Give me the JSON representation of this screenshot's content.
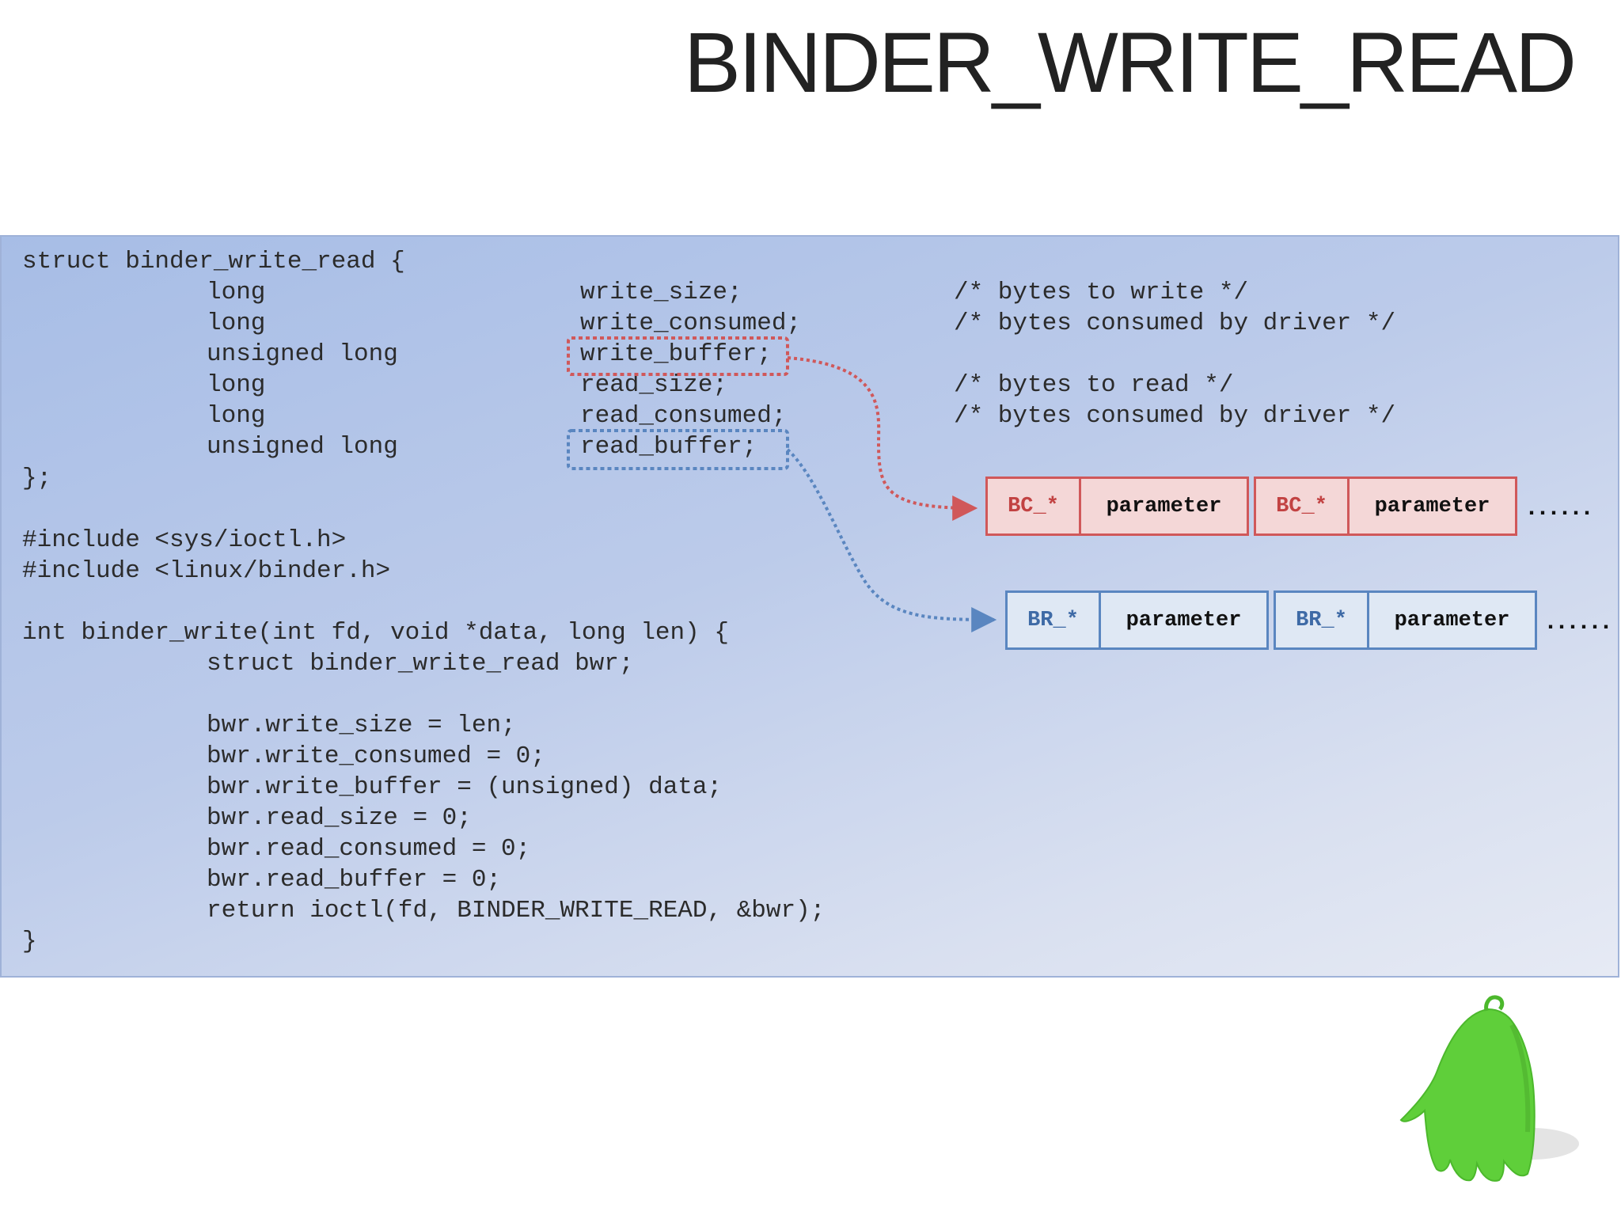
{
  "slide": {
    "title": "BINDER_WRITE_READ"
  },
  "code": {
    "struct_open": "struct binder_write_read {",
    "fields": [
      {
        "type": "long",
        "name": "write_size;",
        "comment": "/* bytes to write */"
      },
      {
        "type": "long",
        "name": "write_consumed;",
        "comment": "/* bytes consumed by driver */"
      },
      {
        "type": "unsigned long",
        "name": "write_buffer;",
        "comment": ""
      },
      {
        "type": "long",
        "name": "read_size;",
        "comment": "/* bytes to read */"
      },
      {
        "type": "long",
        "name": "read_consumed;",
        "comment": "/* bytes consumed by driver */"
      },
      {
        "type": "unsigned long",
        "name": "read_buffer;",
        "comment": ""
      }
    ],
    "struct_close": "};",
    "includes": [
      "#include <sys/ioctl.h>",
      "#include <linux/binder.h>"
    ],
    "func_signature": "int binder_write(int fd, void *data, long len) {",
    "func_body": [
      "struct binder_write_read bwr;",
      "",
      "bwr.write_size = len;",
      "bwr.write_consumed = 0;",
      "bwr.write_buffer = (unsigned) data;",
      "bwr.read_size = 0;",
      "bwr.read_consumed = 0;",
      "bwr.read_buffer = 0;",
      "return ioctl(fd, BINDER_WRITE_READ, &bwr);"
    ],
    "func_close": "}"
  },
  "write_packets": {
    "cells": [
      "BC_*",
      "parameter",
      "BC_*",
      "parameter"
    ],
    "ellipsis": "......",
    "color": "#d0585a"
  },
  "read_packets": {
    "cells": [
      "BR_*",
      "parameter",
      "BR_*",
      "parameter"
    ],
    "ellipsis": "......",
    "color": "#5a86c0"
  },
  "mascot": {
    "icon": "green-android-ghost-icon",
    "color": "#5fcf3a"
  }
}
